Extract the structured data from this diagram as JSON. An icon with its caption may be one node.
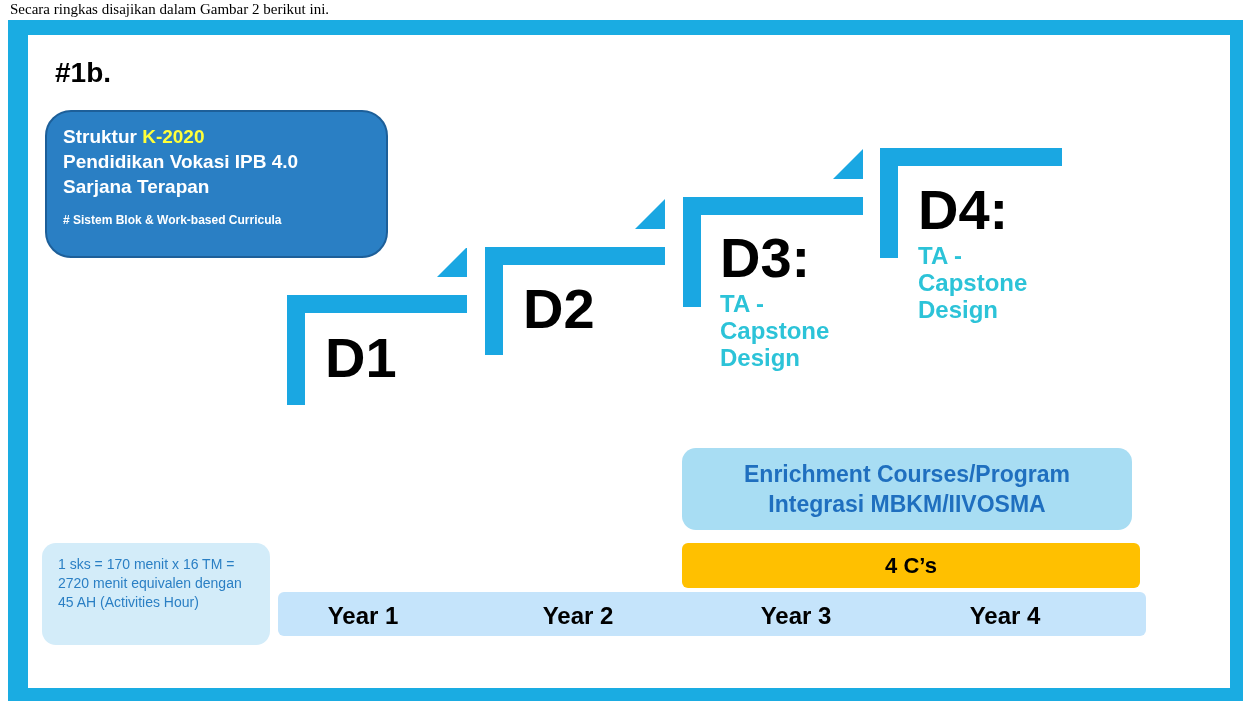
{
  "diagram": {
    "nodes": [
      {
        "text": [
          "Struktur",
          "K-2020",
          "Pendidikan Vokasi IPB 4.0 Sarjana Terapan",
          "# Sistem Blok & Work-based Curricula"
        ]
      },
      {
        "text": [
          "D1"
        ]
      },
      {
        "text": [
          "D2"
        ]
      },
      {
        "text": [
          "D3:",
          "TA - Capstone Design"
        ]
      },
      {
        "text": [
          "D4:",
          "TA - Capstone Design"
        ]
      },
      {
        "text": [
          "Enrichment Courses/Program Integrasi MBKM/IIVOSMA"
        ]
      },
      {
        "text": [
          "1 sks = 170 menit x 16 TM = 2720 menit equivalen dengan 45 AH (Activities Hour)"
        ]
      },
      {
        "text": [
          "4 C’s"
        ]
      },
      {
        "text": [
          "Year 1",
          "Year 2",
          "Year 3",
          "Year 4"
        ]
      }
    ],
    "labels": [
      "Secara ringkas disajikan dalam Gambar 2 berikut ini.",
      "#1b."
    ]
  }
}
